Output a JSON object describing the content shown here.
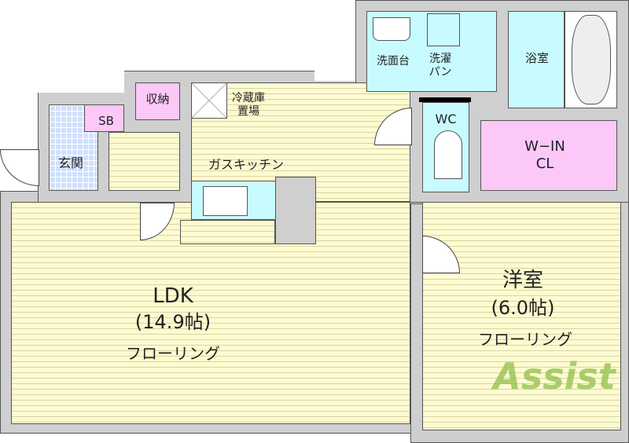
{
  "rooms": {
    "ldk": {
      "name": "LDK",
      "size": "(14.9帖)",
      "floor": "フローリング"
    },
    "western": {
      "name": "洋室",
      "size": "(6.0帖)",
      "floor": "フローリング"
    },
    "genkan": "玄関",
    "sb": "SB",
    "storage": "収納",
    "fridge": "冷蔵庫\n置場",
    "kitchen": "ガスキッチン",
    "washbasin": "洗面台",
    "laundry": "洗濯\nパン",
    "bath": "浴室",
    "wc": "WC",
    "walkin": "W−IN\nCL"
  },
  "watermark": "Assist",
  "colors": {
    "floor": "#fffbd0",
    "wet": "#c8fbff",
    "storage": "#fbc8f8",
    "tile": "#cfe0ff",
    "wall": "#cfcfcf",
    "watermark": "#8fc04a"
  }
}
